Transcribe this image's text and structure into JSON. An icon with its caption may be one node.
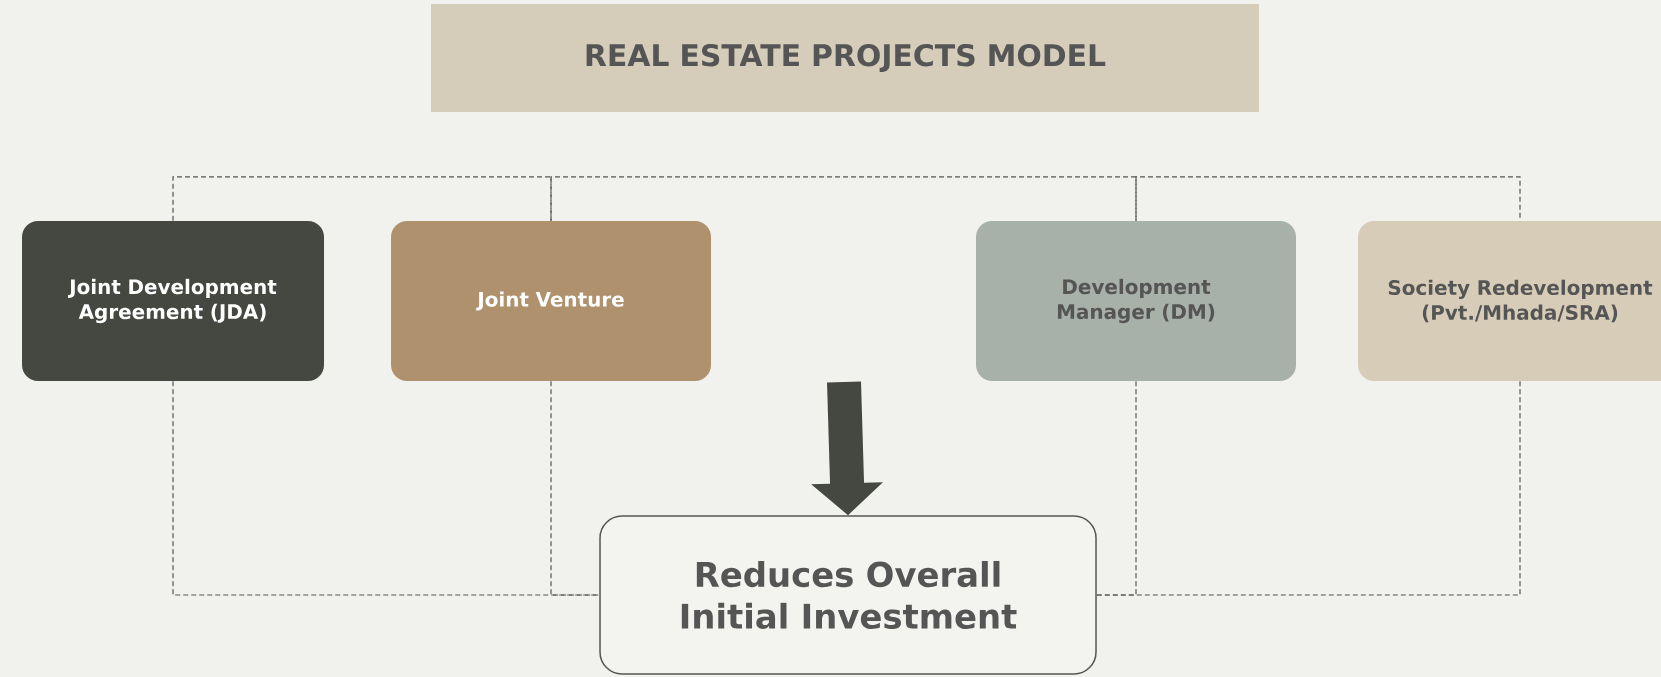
{
  "diagram": {
    "nodes": [
      {
        "text": [
          "REAL ESTATE PROJECTS MODEL"
        ]
      },
      {
        "text": [
          "Joint Development Agreement (JDA)"
        ]
      },
      {
        "text": [
          "Joint Venture"
        ]
      },
      {
        "text": [
          "Development Manager (DM)"
        ]
      },
      {
        "text": [
          "Society Redevelopment (Pvt./Mhada/SRA)"
        ]
      },
      {
        "text": [
          "Reduces Overall Initial Investment"
        ]
      }
    ],
    "edges": [
      {
        "from": 1,
        "to": 2,
        "arrow": "none",
        "style": "dashed"
      },
      {
        "from": 2,
        "to": 3,
        "arrow": "none",
        "style": "dashed"
      },
      {
        "from": 3,
        "to": 4,
        "arrow": "none",
        "style": "dashed"
      },
      {
        "from": 1,
        "to": 5,
        "arrow": "none",
        "style": "dashed"
      },
      {
        "from": 2,
        "to": 5,
        "arrow": "none",
        "style": "dashed"
      },
      {
        "from": 3,
        "to": 5,
        "arrow": "none",
        "style": "dashed"
      },
      {
        "from": 4,
        "to": 5,
        "arrow": "none",
        "style": "dashed"
      },
      {
        "from": null,
        "to": 5,
        "arrow": "to",
        "style": "thick",
        "color": "#454741"
      }
    ]
  }
}
